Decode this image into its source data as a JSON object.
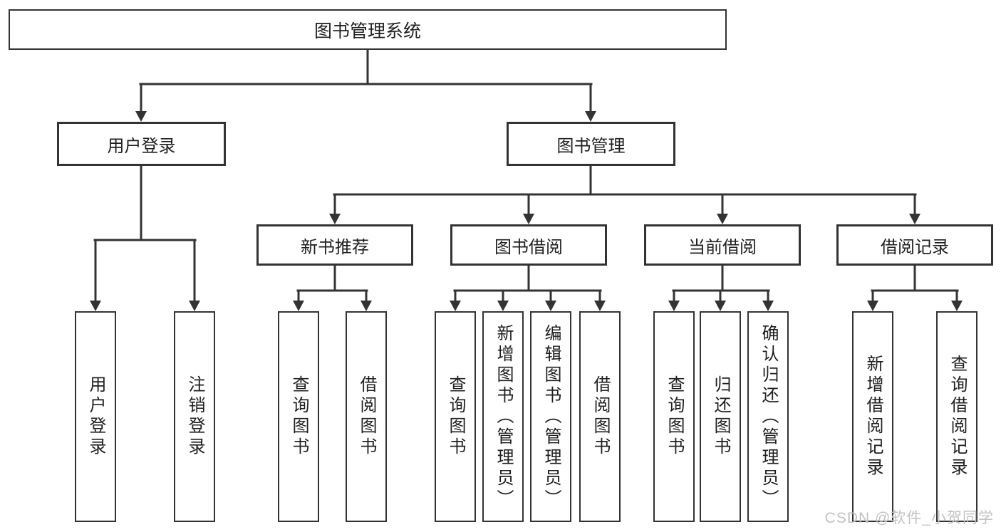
{
  "diagram": {
    "root": {
      "label": "图书管理系统"
    },
    "level2": [
      {
        "label": "用户登录"
      },
      {
        "label": "图书管理"
      }
    ],
    "level3": [
      {
        "label": "新书推荐"
      },
      {
        "label": "图书借阅"
      },
      {
        "label": "当前借阅"
      },
      {
        "label": "借阅记录"
      }
    ],
    "leaves": {
      "user_login": [
        {
          "label": "用户登录"
        },
        {
          "label": "注销登录"
        }
      ],
      "new_book": [
        {
          "label": "查询图书"
        },
        {
          "label": "借阅图书"
        }
      ],
      "book_borrow": [
        {
          "label": "查询图书"
        },
        {
          "label": "新增图书（管理员）"
        },
        {
          "label": "编辑图书（管理员）"
        },
        {
          "label": "借阅图书"
        }
      ],
      "current_borrow": [
        {
          "label": "查询图书"
        },
        {
          "label": "归还图书"
        },
        {
          "label": "确认归还（管理员）"
        }
      ],
      "borrow_record": [
        {
          "label": "新增借阅记录"
        },
        {
          "label": "查询借阅记录"
        }
      ]
    },
    "watermark": "CSDN @软件_小贺同学",
    "colors": {
      "line": "#333333",
      "text": "#1f1f1f",
      "box_background": "#ffffff",
      "watermark": "#c2c2c2",
      "background": "#ffffff"
    }
  }
}
